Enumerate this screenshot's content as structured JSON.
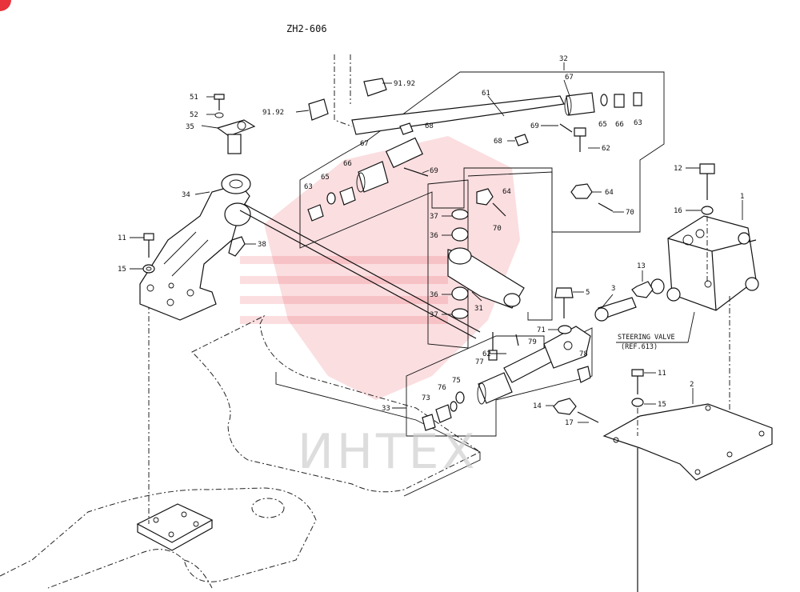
{
  "diagram": {
    "title": "ZH2-606",
    "watermark": "ИНТЕХ",
    "note_line1": "STEERING VALVE",
    "note_line2": "(REF.613)",
    "callouts": [
      {
        "id": "c-51",
        "text": "51"
      },
      {
        "id": "c-52",
        "text": "52"
      },
      {
        "id": "c-35",
        "text": "35"
      },
      {
        "id": "c-34",
        "text": "34"
      },
      {
        "id": "c-11a",
        "text": "11"
      },
      {
        "id": "c-15a",
        "text": "15"
      },
      {
        "id": "c-38",
        "text": "38"
      },
      {
        "id": "c-9192a",
        "text": "91.92"
      },
      {
        "id": "c-9192b",
        "text": "91.92"
      },
      {
        "id": "c-32",
        "text": "32"
      },
      {
        "id": "c-61",
        "text": "61"
      },
      {
        "id": "c-67a",
        "text": "67"
      },
      {
        "id": "c-65a",
        "text": "65"
      },
      {
        "id": "c-66a",
        "text": "66"
      },
      {
        "id": "c-63a",
        "text": "63"
      },
      {
        "id": "c-68a",
        "text": "68"
      },
      {
        "id": "c-69a",
        "text": "69"
      },
      {
        "id": "c-68b",
        "text": "68"
      },
      {
        "id": "c-62a",
        "text": "62"
      },
      {
        "id": "c-67b",
        "text": "67"
      },
      {
        "id": "c-66b",
        "text": "66"
      },
      {
        "id": "c-65b",
        "text": "65"
      },
      {
        "id": "c-63b",
        "text": "63"
      },
      {
        "id": "c-69b",
        "text": "69"
      },
      {
        "id": "c-64a",
        "text": "64"
      },
      {
        "id": "c-64b",
        "text": "64"
      },
      {
        "id": "c-70a",
        "text": "70"
      },
      {
        "id": "c-70b",
        "text": "70"
      },
      {
        "id": "c-37a",
        "text": "37"
      },
      {
        "id": "c-36a",
        "text": "36"
      },
      {
        "id": "c-36b",
        "text": "36"
      },
      {
        "id": "c-37b",
        "text": "37"
      },
      {
        "id": "c-31",
        "text": "31"
      },
      {
        "id": "c-5",
        "text": "5"
      },
      {
        "id": "c-3",
        "text": "3"
      },
      {
        "id": "c-71",
        "text": "71"
      },
      {
        "id": "c-79",
        "text": "79"
      },
      {
        "id": "c-78",
        "text": "78"
      },
      {
        "id": "c-62b",
        "text": "62"
      },
      {
        "id": "c-77",
        "text": "77"
      },
      {
        "id": "c-75",
        "text": "75"
      },
      {
        "id": "c-76",
        "text": "76"
      },
      {
        "id": "c-73",
        "text": "73"
      },
      {
        "id": "c-33",
        "text": "33"
      },
      {
        "id": "c-14",
        "text": "14"
      },
      {
        "id": "c-17",
        "text": "17"
      },
      {
        "id": "c-12",
        "text": "12"
      },
      {
        "id": "c-16",
        "text": "16"
      },
      {
        "id": "c-1",
        "text": "1"
      },
      {
        "id": "c-13",
        "text": "13"
      },
      {
        "id": "c-11b",
        "text": "11"
      },
      {
        "id": "c-15b",
        "text": "15"
      },
      {
        "id": "c-2",
        "text": "2"
      }
    ]
  }
}
